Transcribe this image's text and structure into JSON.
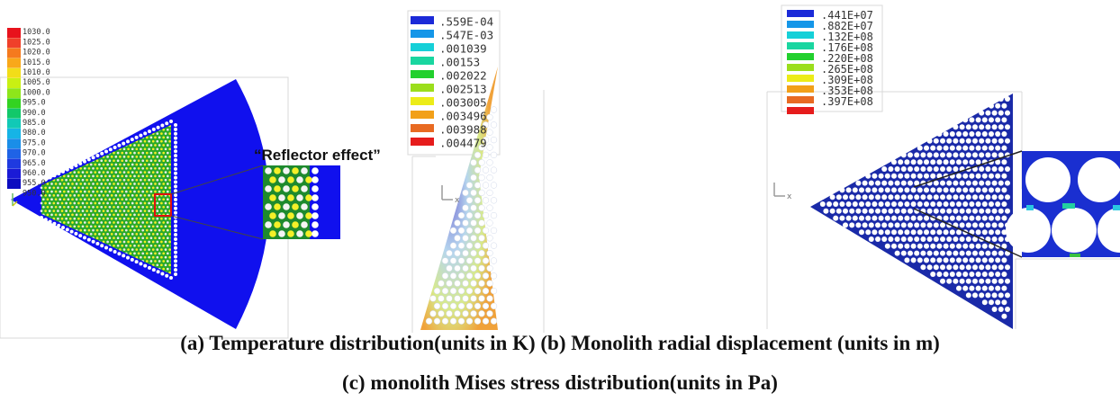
{
  "panel_a": {
    "legend_colors": [
      "#e8121c",
      "#f0402a",
      "#f57a1e",
      "#f9a81a",
      "#f2dd18",
      "#c9f013",
      "#8ee61a",
      "#33d321",
      "#12c86a",
      "#11c9b6",
      "#16b4e6",
      "#1a8ee8",
      "#1f63e6",
      "#1f3ae0",
      "#1a1ad6",
      "#0c0cc0"
    ],
    "legend_labels": [
      "1030.0",
      "1025.0",
      "1020.0",
      "1015.0",
      "1010.0",
      "1005.0",
      "1000.0",
      "995.0",
      "990.0",
      "985.0",
      "980.0",
      "975.0",
      "970.0",
      "965.0",
      "960.0",
      "955.0",
      "950.0"
    ],
    "callout": "“Reflector effect”",
    "body_color": "#1010ee"
  },
  "panel_b": {
    "legend_colors": [
      "#1b2ad8",
      "#1596e8",
      "#15d0d8",
      "#19d6a0",
      "#22d02e",
      "#9bde1c",
      "#ecec18",
      "#f2a019",
      "#e86a22",
      "#e61c1c"
    ],
    "legend_labels": [
      ".559E-04",
      ".547E-03",
      ".001039",
      ".00153",
      ".002022",
      ".002513",
      ".003005",
      ".003496",
      ".003988",
      ".004479"
    ]
  },
  "panel_c": {
    "legend_colors": [
      "#1b2ad8",
      "#1596e8",
      "#15d0d8",
      "#19d6a0",
      "#22d02e",
      "#9bde1c",
      "#ecec18",
      "#f2a019",
      "#e86a22",
      "#e61c1c"
    ],
    "legend_labels": [
      ".441E+07",
      ".882E+07",
      ".132E+08",
      ".176E+08",
      ".220E+08",
      ".265E+08",
      ".309E+08",
      ".353E+08",
      ".397E+08"
    ]
  },
  "captions": {
    "line1": "(a)  Temperature distribution(units in K)  (b) Monolith radial displacement (units in m)",
    "line2": "(c) monolith Mises stress distribution(units in Pa)"
  }
}
